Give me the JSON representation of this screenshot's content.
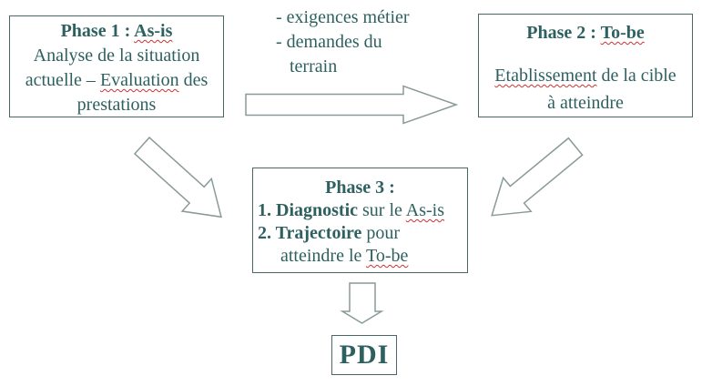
{
  "colors": {
    "text": "#2E6060",
    "box_border": "#4A6868",
    "arrow_outline": "#8A9A9A",
    "misspelling_underline": "#CC3333",
    "background": "#FFFFFF"
  },
  "phase1_box": {
    "title_prefix": "Phase 1 : ",
    "title_flagged": "As-is",
    "line2": "Analyse de la situation",
    "line3_prefix": "actuelle – ",
    "line3_flagged": "Evaluation",
    "line3_suffix": " des",
    "line4": "prestations"
  },
  "arrow_annotation": {
    "line1": "- exigences métier",
    "line2": "- demandes du",
    "line3": "terrain"
  },
  "phase2_box": {
    "title_prefix": "Phase 2 : ",
    "title_flagged": "To-be",
    "line2_flagged": "Etablissement",
    "line2_suffix": " de la cible",
    "line3": "à atteindre"
  },
  "phase3_box": {
    "title": "Phase 3 :",
    "item1_bold": "1. Diagnostic",
    "item1_mid": " sur le ",
    "item1_flagged": "As-is",
    "item2_bold": "2. Trajectoire",
    "item2_suffix": " pour",
    "item2_cont_prefix": "atteindre le ",
    "item2_cont_flagged": "To-be"
  },
  "pdi_box": {
    "label": "PDI"
  },
  "icons": {
    "arrow_right": "block-arrow-right",
    "arrow_down_right": "block-arrow-down-right",
    "arrow_down_left": "block-arrow-down-left",
    "arrow_down": "block-arrow-down"
  }
}
